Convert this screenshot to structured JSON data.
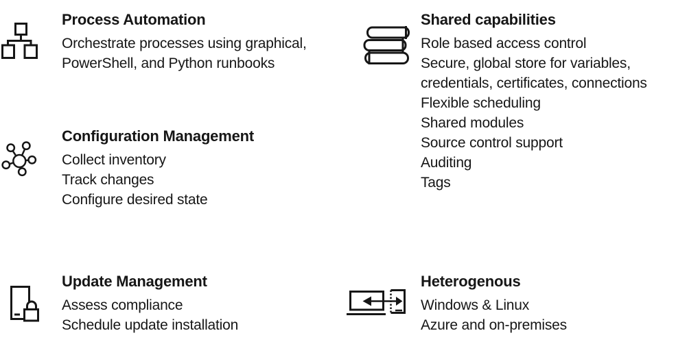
{
  "page": {
    "background_color": "#ffffff",
    "text_color": "#161616",
    "icon_stroke_color": "#161616"
  },
  "sections": [
    {
      "id": "process-automation",
      "icon": "org-chart-icon",
      "title": "Process Automation",
      "lines": [
        "Orchestrate processes using graphical,",
        "PowerShell, and Python runbooks"
      ]
    },
    {
      "id": "shared-capabilities",
      "icon": "books-stack-icon",
      "title": "Shared capabilities",
      "lines": [
        "Role based access control",
        "Secure, global store for variables,",
        "credentials, certificates, connections",
        "Flexible scheduling",
        "Shared modules",
        "Source control support",
        "Auditing",
        "Tags"
      ]
    },
    {
      "id": "configuration-management",
      "icon": "molecule-icon",
      "title": "Configuration Management",
      "lines": [
        "Collect inventory",
        "Track changes",
        "Configure desired state"
      ]
    },
    {
      "id": "update-management",
      "icon": "device-lock-icon",
      "title": "Update Management",
      "lines": [
        "Assess compliance",
        "Schedule update installation"
      ]
    },
    {
      "id": "heterogenous",
      "icon": "devices-sync-icon",
      "title": "Heterogenous",
      "lines": [
        "Windows & Linux",
        "Azure and on-premises"
      ]
    }
  ]
}
